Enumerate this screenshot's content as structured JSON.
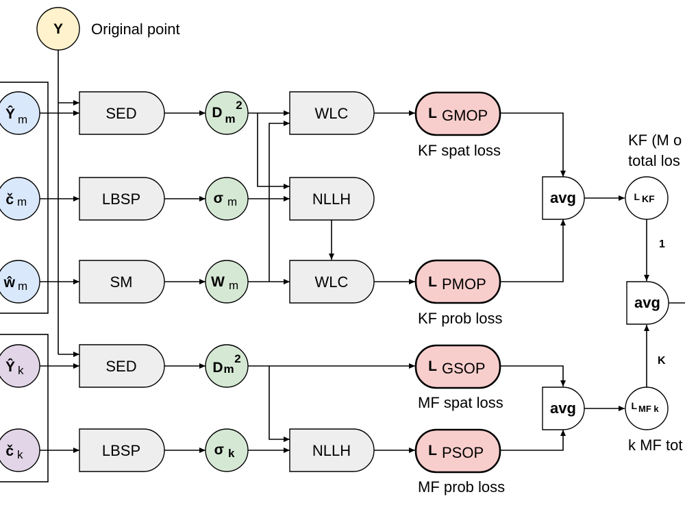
{
  "top": {
    "y_label": "Y",
    "caption": "Original point"
  },
  "inputs": [
    {
      "main": "Ŷ",
      "sub": "m",
      "color": "#dae8fc"
    },
    {
      "main": "č",
      "sub": "m",
      "color": "#dae8fc"
    },
    {
      "main": "ŵ",
      "sub": "m",
      "color": "#dae8fc"
    },
    {
      "main": "Ŷ",
      "sub": "k",
      "color": "#e1d5e7"
    },
    {
      "main": "č",
      "sub": "k",
      "color": "#e1d5e7"
    }
  ],
  "process": {
    "sed_m": "SED",
    "lbsp_m": "LBSP",
    "sm": "SM",
    "sed_k": "SED",
    "lbsp_k": "LBSP",
    "wlc_1": "WLC",
    "nllh_m": "NLLH",
    "wlc_2": "WLC",
    "nllh_k": "NLLH"
  },
  "intermediate": {
    "d_m": {
      "main": "D",
      "sub": "m",
      "sup": "2",
      "color": "#d5e8d4"
    },
    "sigma_m": {
      "main": "σ",
      "sub": "m",
      "color": "#d5e8d4"
    },
    "w_m": {
      "main": "W",
      "sub": "m",
      "color": "#d5e8d4"
    },
    "d_k": {
      "main": "D",
      "sub": "m",
      "sup": "2",
      "color": "#d5e8d4"
    },
    "sigma_k": {
      "main": "σ",
      "sub": "k",
      "color": "#d5e8d4"
    }
  },
  "losses": [
    {
      "main": "L",
      "sub": "GMOP",
      "caption": "KF spat loss"
    },
    {
      "main": "L",
      "sub": "PMOP",
      "caption": "KF prob loss"
    },
    {
      "main": "L",
      "sub": "GSOP",
      "caption": "MF spat loss"
    },
    {
      "main": "L",
      "sub": "PSOP",
      "caption": "MF prob loss"
    }
  ],
  "avg_label": "avg",
  "totals": {
    "kf": {
      "main": "L",
      "sub": "KF",
      "caption_line1": "KF (M o",
      "caption_line2": "total los"
    },
    "mf": {
      "main": "L",
      "sub": "MF k",
      "caption": "k MF tot"
    }
  },
  "weights": {
    "one": "1",
    "k": "K"
  }
}
